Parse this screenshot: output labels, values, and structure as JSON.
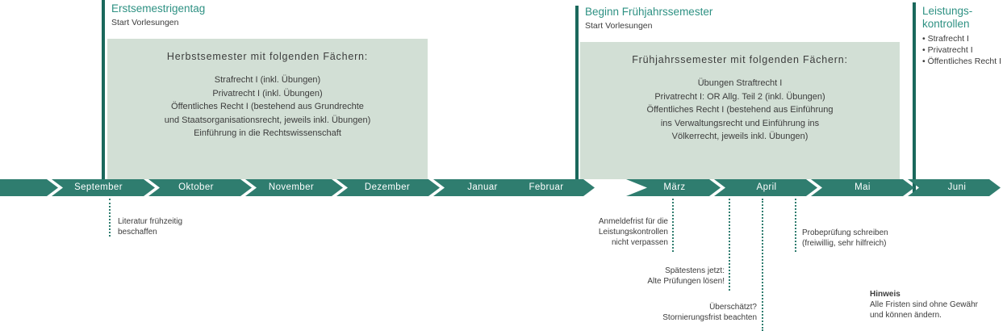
{
  "palette": {
    "timeline_teal": "#2f7d6f",
    "marker_line_teal": "#1a685c",
    "heading_teal": "#2e9183",
    "box_background": "#d2dfd5",
    "body_text": "#3c3c3c",
    "month_text": "#ffffff"
  },
  "top_events": [
    {
      "title": "Erstsemestrigentag",
      "subtitle": "Start Vorlesungen"
    },
    {
      "title": "Beginn Frühjahrssemester",
      "subtitle": "Start Vorlesungen"
    }
  ],
  "right_panel": {
    "title_line1": "Leistungs-",
    "title_line2": "kontrollen",
    "items": [
      "Strafrecht I",
      "Privatrecht I",
      "Öffentliches Recht I"
    ]
  },
  "semester_boxes": [
    {
      "title": "Herbstsemester mit folgenden Fächern:",
      "courses": [
        "Strafrecht I (inkl. Übungen)",
        "Privatrecht I (inkl. Übungen)",
        "Öffentliches Recht I (bestehend aus Grundrechte",
        "und Staatsorganisationsrecht, jeweils inkl. Übungen)",
        "Einführung in die Rechtswissenschaft"
      ]
    },
    {
      "title": "Frühjahrssemester mit folgenden Fächern:",
      "courses": [
        "Übungen Straftrecht I",
        "Privatrecht I: OR Allg. Teil 2 (inkl. Übungen)",
        "Öffentliches Recht I (bestehend aus Einführung",
        "ins Verwaltungsrecht und Einführung ins",
        "Völkerrecht, jeweils inkl. Übungen)"
      ]
    }
  ],
  "timeline": {
    "months": [
      "September",
      "Oktober",
      "November",
      "Dezember",
      "Januar",
      "Februar",
      "März",
      "April",
      "Mai",
      "Juni"
    ]
  },
  "annotations": [
    {
      "lines": [
        "Literatur frühzeitig",
        "beschaffen"
      ]
    },
    {
      "lines": [
        "Anmeldefrist für die",
        "Leistungskontrollen",
        "nicht verpassen"
      ]
    },
    {
      "lines": [
        "Spätestens jetzt:",
        "Alte Prüfungen lösen!"
      ]
    },
    {
      "lines": [
        "Überschätzt?",
        "Stornierungsfrist beachten"
      ]
    },
    {
      "lines": [
        "Probeprüfung schreiben",
        "(freiwillig, sehr hilfreich)"
      ]
    }
  ],
  "note": {
    "title": "Hinweis",
    "lines": [
      "Alle Fristen sind ohne Gewähr",
      "und können ändern."
    ]
  }
}
